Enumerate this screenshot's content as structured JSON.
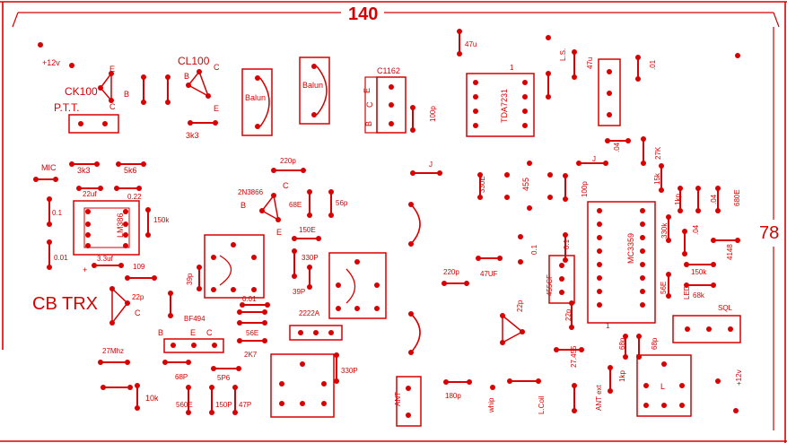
{
  "board": {
    "width_label": "140",
    "height_label": "78",
    "title": "CB TRX"
  },
  "labels": {
    "plus12v": "+12v",
    "ck100": "CK100",
    "cl100": "CL100",
    "e": "E",
    "b": "B",
    "c": "C",
    "ptt": "P.T.T.",
    "r_3k3_top": "3k3",
    "balun1": "Balun",
    "balun2": "Balun",
    "c1162": "C1162",
    "c1162_pins": "E C B",
    "cap_100p_a": "100p",
    "cap_47u_a": "47u",
    "ic_tda": "TDA7231",
    "pin1_tda": "1",
    "ls": "L.S.",
    "cap_47u_b": "47u",
    "cap_01": ".01",
    "mic": "MIC",
    "r_3k3_b": "3k3",
    "r_5k6": "5k6",
    "cap_22uf": "22uf",
    "cap_022": "0.22",
    "cap_01_left": "0.1",
    "ic_lm386": "LM386",
    "r_150k": "150k",
    "cap_001": "0.01",
    "cap_3p3uf": "3.3uf",
    "plus": "+",
    "r_109": "109",
    "cap_220p_top": "220p",
    "q_2n3866": "2N3866",
    "r_68e": "68E",
    "cap_56p": "56p",
    "r_150e": "150E",
    "cap_330p_a": "330P",
    "cap_39p_a": "39p",
    "cap_39p_b": "39P",
    "cap_001_b": "0.01",
    "q_2222a": "2222A",
    "q_bf494": "BF494",
    "r_56e": "56E",
    "r_2k7": "2K7",
    "cap_22p_left": "22p",
    "xtal": "27Mhz",
    "r_10k": "10k",
    "cap_68p_left": "68P",
    "cap_5p6": "5P6",
    "r_560e": "560E",
    "cap_150p": "150P",
    "cap_47p": "47P",
    "cap_330p_b": "330P",
    "ant": "ANT",
    "cap_180p": "180p",
    "whip": "whip",
    "lcoil": "L.Coil",
    "ant_ext": "ANT ext",
    "j1": "J",
    "j2": "J",
    "r_330e": "330E",
    "if_455": "455",
    "cap_100p_b": "100p",
    "cap_04_a": ".04",
    "r_27k": "27K",
    "r_15k": "15k",
    "r_1kp": "1kp",
    "cap_04_b": ".04",
    "r_680e": "680E",
    "cap_220p_mid": "220p",
    "cap_47uf": "47UF",
    "cap_01_a": "0.1",
    "cap_01_b": "0.1",
    "ic_mc": "MC3359",
    "r_330k": "330k",
    "cap_04_c": ".04",
    "d_4148": "4148",
    "r_150k_b": "150k",
    "r_56e_b": "56E",
    "led": "LED",
    "r_68k": "68k",
    "sql": "SQL",
    "filter_455": "455CF",
    "cap_22p_a": "22p",
    "cap_22p_b": "22p",
    "r_27455": "27.455",
    "cap_68p_a": "68p",
    "cap_68p_b": "68p",
    "r_1kp_b": "1kp",
    "coil_l": "L",
    "plus12v_b": "+12v",
    "pin1_mc": "1"
  }
}
